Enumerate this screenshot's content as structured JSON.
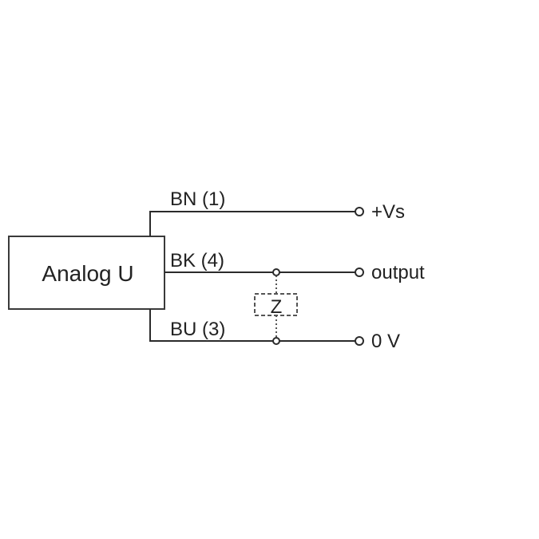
{
  "device": {
    "label": "Analog U"
  },
  "wires": [
    {
      "id": "bn",
      "label": "BN (1)",
      "terminal": "+Vs"
    },
    {
      "id": "bk",
      "label": "BK (4)",
      "terminal": "output"
    },
    {
      "id": "bu",
      "label": "BU (3)",
      "terminal": "0 V"
    }
  ],
  "load": {
    "label": "Z"
  },
  "colors": {
    "line": "#2b2b2b",
    "text": "#222222",
    "background": "#ffffff"
  }
}
